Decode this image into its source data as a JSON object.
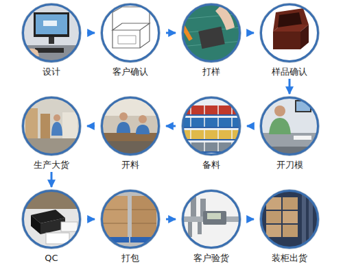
{
  "diagram": {
    "nodes": [
      {
        "text": [
          "设计"
        ]
      },
      {
        "text": [
          "客户确认"
        ]
      },
      {
        "text": [
          "打样"
        ]
      },
      {
        "text": [
          "样品确认"
        ]
      },
      {
        "text": [
          "开刀模"
        ]
      },
      {
        "text": [
          "备料"
        ]
      },
      {
        "text": [
          "开料"
        ]
      },
      {
        "text": [
          "生产大货"
        ]
      },
      {
        "text": [
          "QC"
        ]
      },
      {
        "text": [
          "打包"
        ]
      },
      {
        "text": [
          "客户验货"
        ]
      },
      {
        "text": [
          "装柜出货"
        ]
      }
    ],
    "edges": [
      {
        "from": 0,
        "to": 1,
        "arrow": "to"
      },
      {
        "from": 1,
        "to": 2,
        "arrow": "to"
      },
      {
        "from": 2,
        "to": 3,
        "arrow": "to"
      },
      {
        "from": 3,
        "to": 4,
        "arrow": "to"
      },
      {
        "from": 4,
        "to": 5,
        "arrow": "to"
      },
      {
        "from": 5,
        "to": 6,
        "arrow": "to"
      },
      {
        "from": 6,
        "to": 7,
        "arrow": "to"
      },
      {
        "from": 7,
        "to": 8,
        "arrow": "to"
      },
      {
        "from": 8,
        "to": 9,
        "arrow": "to"
      },
      {
        "from": 9,
        "to": 10,
        "arrow": "to"
      },
      {
        "from": 10,
        "to": 11,
        "arrow": "to"
      }
    ]
  }
}
